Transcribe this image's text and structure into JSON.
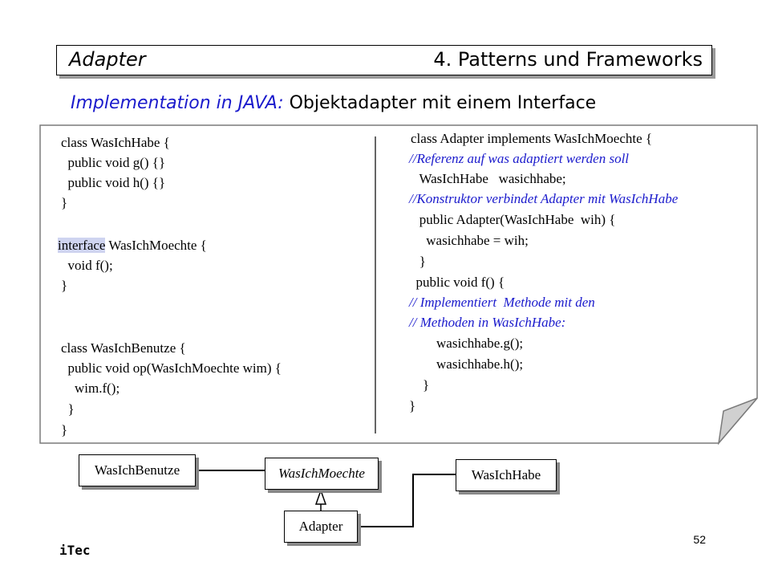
{
  "header": {
    "left": "Adapter",
    "right": "4. Patterns und Frameworks"
  },
  "subtitle": {
    "lead": "Implementation in JAVA:",
    "rest": " Objektadapter mit einem Interface"
  },
  "code_left": [
    "class WasIchHabe {",
    "  public void g() {}",
    "  public void h() {}",
    "}",
    "interface",
    " WasIchMoechte {",
    "  void f();",
    "}",
    "class WasIchBenutze {",
    "  public void op(WasIchMoechte wim) {",
    "    wim.f();",
    "  }",
    "}"
  ],
  "code_right": [
    "class Adapter implements WasIchMoechte {",
    "//Referenz auf was adaptiert werden soll",
    "   WasIchHabe   wasichhabe;",
    "//Konstruktor verbindet Adapter mit WasIchHabe",
    "   public Adapter(WasIchHabe  wih) {",
    "     wasichhabe = wih;",
    "   }",
    "  public void f() {",
    "// Implementiert  Methode mit den",
    "// Methoden in WasIchHabe:",
    "        wasichhabe.g();",
    "        wasichhabe.h();",
    "    }",
    "}"
  ],
  "uml": {
    "benutze": "WasIchBenutze",
    "moechte": "WasIchMoechte",
    "habe": "WasIchHabe",
    "adapter": "Adapter"
  },
  "footer": {
    "left": "iTec",
    "page_number": "52"
  }
}
